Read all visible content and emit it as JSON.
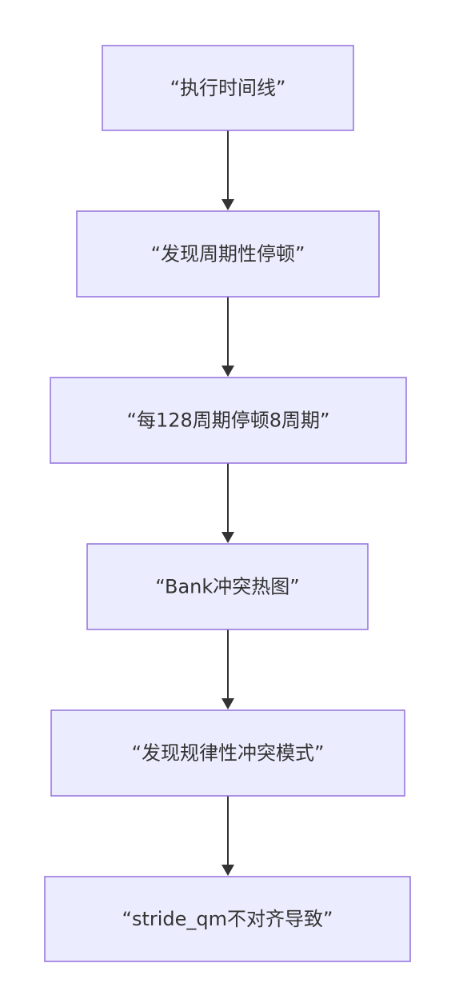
{
  "diagram": {
    "type": "flowchart",
    "direction": "top-down",
    "colors": {
      "node_fill": "#ececff",
      "node_border": "#9370db",
      "text": "#333333",
      "edge": "#333333",
      "background": "#ffffff"
    },
    "nodes": [
      {
        "id": "n1",
        "label": "“执行时间线”"
      },
      {
        "id": "n2",
        "label": "“发现周期性停顿”"
      },
      {
        "id": "n3",
        "label": "“每128周期停顿8周期”"
      },
      {
        "id": "n4",
        "label": "“Bank冲突热图”"
      },
      {
        "id": "n5",
        "label": "“发现规律性冲突模式”"
      },
      {
        "id": "n6",
        "label": "“stride_qm不对齐导致”"
      }
    ],
    "edges": [
      {
        "from": "n1",
        "to": "n2"
      },
      {
        "from": "n2",
        "to": "n3"
      },
      {
        "from": "n3",
        "to": "n4"
      },
      {
        "from": "n4",
        "to": "n5"
      },
      {
        "from": "n5",
        "to": "n6"
      }
    ]
  }
}
